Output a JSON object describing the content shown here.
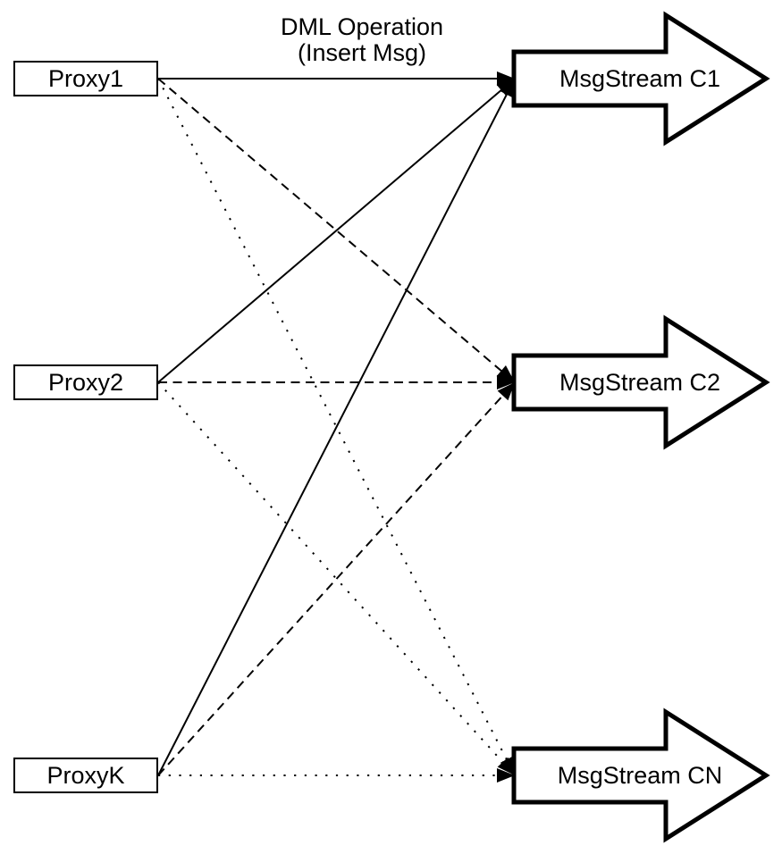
{
  "diagram": {
    "title_line1": "DML Operation",
    "title_line2": "(Insert Msg)",
    "proxies": [
      {
        "id": "proxy1",
        "label": "Proxy1"
      },
      {
        "id": "proxy2",
        "label": "Proxy2"
      },
      {
        "id": "proxyK",
        "label": "ProxyK"
      }
    ],
    "streams": [
      {
        "id": "stream1",
        "label": "MsgStream C1"
      },
      {
        "id": "stream2",
        "label": "MsgStream C2"
      },
      {
        "id": "stream3",
        "label": "MsgStream CN"
      }
    ],
    "edges": [
      {
        "from": "proxy1",
        "to": "stream1",
        "style": "solid"
      },
      {
        "from": "proxy1",
        "to": "stream2",
        "style": "dashed"
      },
      {
        "from": "proxy1",
        "to": "stream3",
        "style": "dotted"
      },
      {
        "from": "proxy2",
        "to": "stream1",
        "style": "solid"
      },
      {
        "from": "proxy2",
        "to": "stream2",
        "style": "dashed"
      },
      {
        "from": "proxy2",
        "to": "stream3",
        "style": "dotted"
      },
      {
        "from": "proxyK",
        "to": "stream1",
        "style": "solid"
      },
      {
        "from": "proxyK",
        "to": "stream2",
        "style": "dashed"
      },
      {
        "from": "proxyK",
        "to": "stream3",
        "style": "dotted"
      }
    ],
    "colors": {
      "stroke": "#000000",
      "fill": "#ffffff",
      "text": "#000000"
    }
  }
}
